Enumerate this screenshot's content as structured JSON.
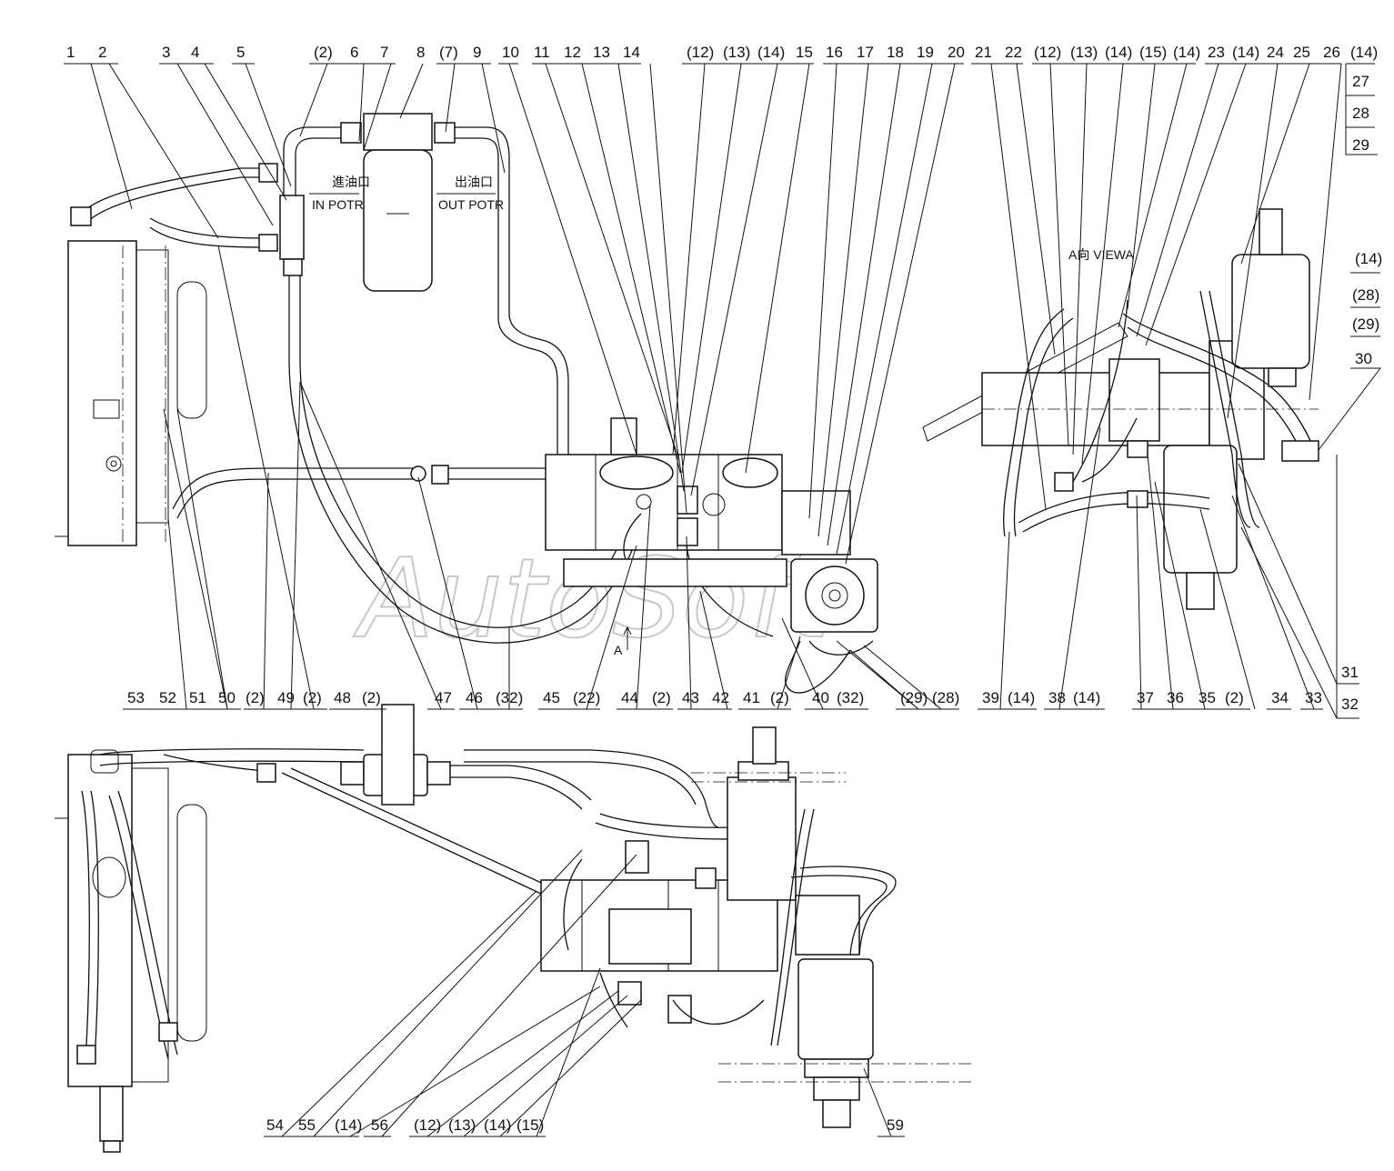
{
  "watermark": "AutoSoft",
  "view_label": "A向  VIEWA",
  "arrow_label": "A",
  "filter": {
    "inlet_cn": "進油口",
    "inlet_en": "IN POTR",
    "outlet_cn": "出油口",
    "outlet_en": "OUT POTR"
  },
  "callouts_top": [
    "1",
    "2",
    "3",
    "4",
    "5",
    "(2)",
    "6",
    "7",
    "8",
    "(7)",
    "9",
    "10",
    "11",
    "12",
    "13",
    "14",
    "(12)",
    "(13)",
    "(14)",
    "15",
    "16",
    "17",
    "18",
    "19",
    "20",
    "21",
    "22",
    "(12)",
    "(13)",
    "(14)",
    "(15)",
    "(14)",
    "23",
    "(14)",
    "24",
    "25",
    "26",
    "(14)"
  ],
  "callouts_right_stack": [
    "27",
    "28",
    "29",
    "(14)",
    "(28)",
    "(29)",
    "30",
    "31",
    "32"
  ],
  "callouts_mid": [
    "53",
    "52",
    "51",
    "50",
    "(2)",
    "49",
    "(2)",
    "48",
    "(2)",
    "47",
    "46",
    "(32)",
    "45",
    "(22)",
    "44",
    "(2)",
    "43",
    "42",
    "41",
    "(2)",
    "40",
    "(32)",
    "(29)",
    "(28)",
    "39",
    "(14)",
    "38",
    "(14)",
    "37",
    "36",
    "35",
    "(2)",
    "34",
    "33"
  ],
  "callouts_bottom": [
    "54",
    "55",
    "(14)",
    "56",
    "(12)",
    "(13)",
    "(14)",
    "(15)",
    "59"
  ]
}
